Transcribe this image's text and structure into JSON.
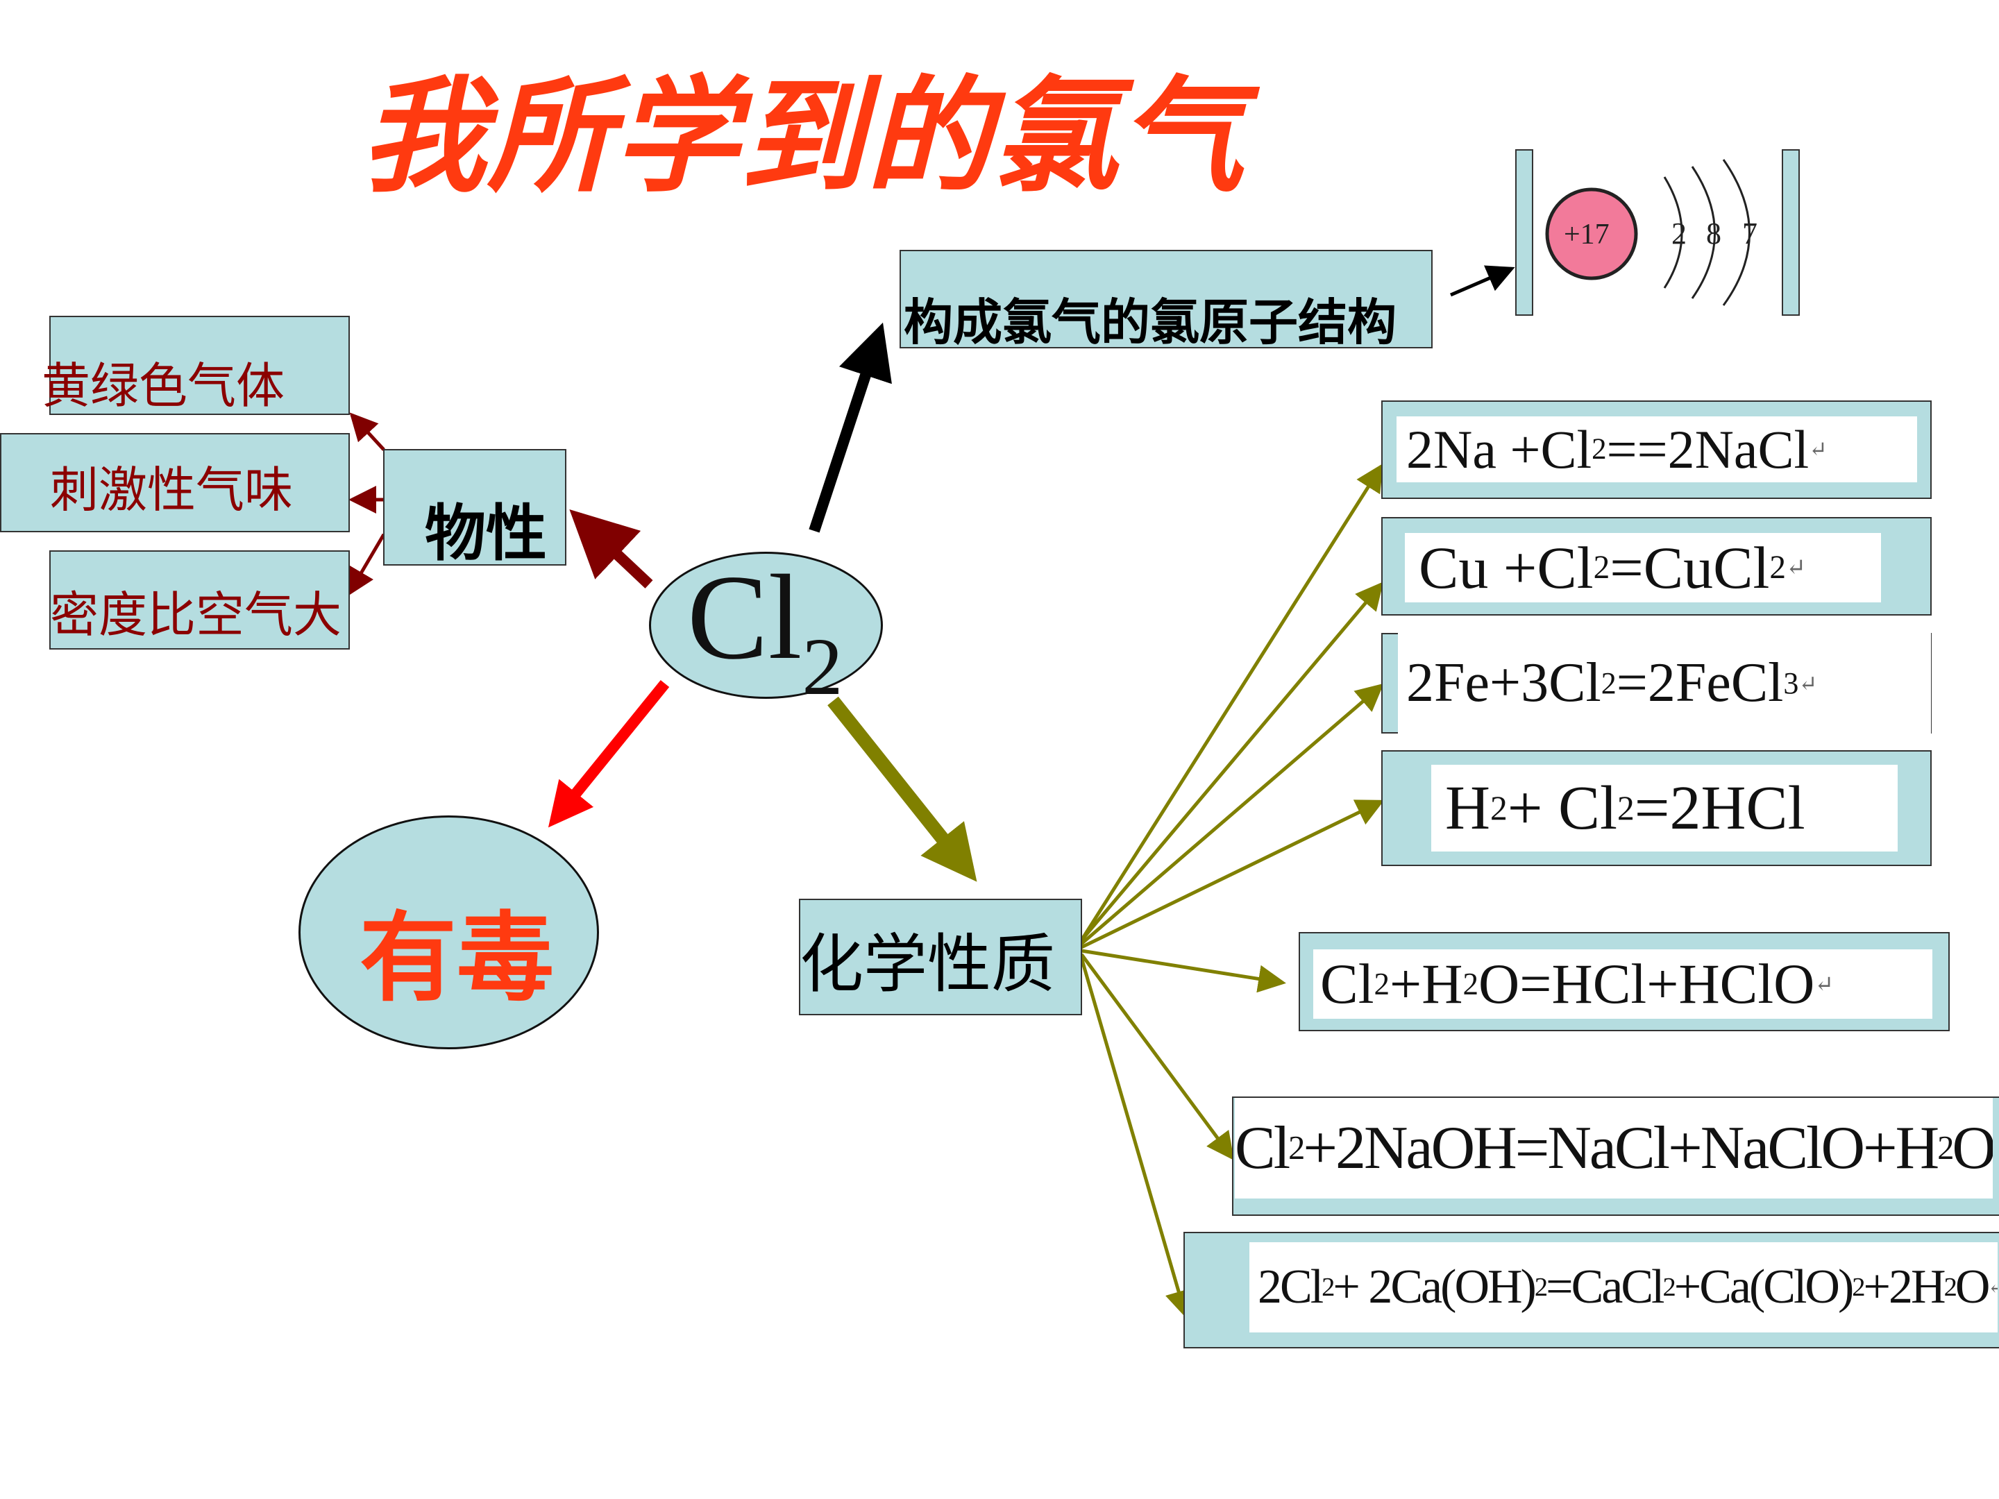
{
  "title": "我所学到的氯气",
  "center": {
    "main": "Cl",
    "sub": "2"
  },
  "physical": {
    "label": "物性",
    "items": [
      "黄绿色气体",
      "刺激性气味",
      "密度比空气大"
    ]
  },
  "toxic": {
    "label": "有毒"
  },
  "structure": {
    "label": "构成氯气的氯原子结构",
    "nucleus": "+17",
    "shells": [
      "2",
      "8",
      "7"
    ]
  },
  "chemical": {
    "label": "化学性质",
    "equations": [
      {
        "id": "eq1",
        "parts": [
          [
            "t",
            "2Na +Cl"
          ],
          [
            "s",
            "2"
          ],
          [
            "t",
            "==2NaCl"
          ],
          [
            "m",
            "↵"
          ]
        ]
      },
      {
        "id": "eq2",
        "parts": [
          [
            "t",
            "Cu +Cl"
          ],
          [
            "s",
            "2"
          ],
          [
            "t",
            "=CuCl"
          ],
          [
            "s",
            "2"
          ],
          [
            "m",
            "↵"
          ]
        ]
      },
      {
        "id": "eq3",
        "parts": [
          [
            "t",
            "2Fe+3Cl"
          ],
          [
            "s",
            "2"
          ],
          [
            "t",
            "=2FeCl"
          ],
          [
            "s",
            "3"
          ],
          [
            "m",
            "↵"
          ]
        ]
      },
      {
        "id": "eq4",
        "parts": [
          [
            "t",
            "H"
          ],
          [
            "s",
            "2"
          ],
          [
            "t",
            "+ Cl"
          ],
          [
            "s",
            "2"
          ],
          [
            "t",
            "=2HCl"
          ]
        ]
      },
      {
        "id": "eq5",
        "parts": [
          [
            "t",
            "Cl"
          ],
          [
            "s",
            "2"
          ],
          [
            "t",
            " +H"
          ],
          [
            "s",
            "2"
          ],
          [
            "t",
            "O=HCl+HClO"
          ],
          [
            "m",
            "↵"
          ]
        ]
      },
      {
        "id": "eq6",
        "parts": [
          [
            "t",
            "Cl"
          ],
          [
            "s",
            "2"
          ],
          [
            "t",
            "+2NaOH=NaCl+NaClO+H"
          ],
          [
            "s",
            "2"
          ],
          [
            "t",
            "O"
          ]
        ]
      },
      {
        "id": "eq7",
        "parts": [
          [
            "t",
            "2Cl"
          ],
          [
            "s",
            "2"
          ],
          [
            "t",
            "+ 2Ca(OH)"
          ],
          [
            "s",
            "2"
          ],
          [
            "t",
            "=CaCl"
          ],
          [
            "s",
            "2"
          ],
          [
            "t",
            "+Ca(ClO)"
          ],
          [
            "s",
            "2"
          ],
          [
            "t",
            "+2H"
          ],
          [
            "s",
            "2"
          ],
          [
            "t",
            "O"
          ],
          [
            "m",
            "↵"
          ]
        ]
      }
    ]
  },
  "colors": {
    "box_fill": "#b5dde0",
    "title": "#ff3a10",
    "toxic_text": "#ff3a10",
    "physical_text": "#8b0000",
    "arrow_physical": "#800000",
    "arrow_structure": "#000000",
    "arrow_toxic": "#ff0000",
    "arrow_chemical": "#808000",
    "nucleus_fill": "#f27a9a"
  }
}
